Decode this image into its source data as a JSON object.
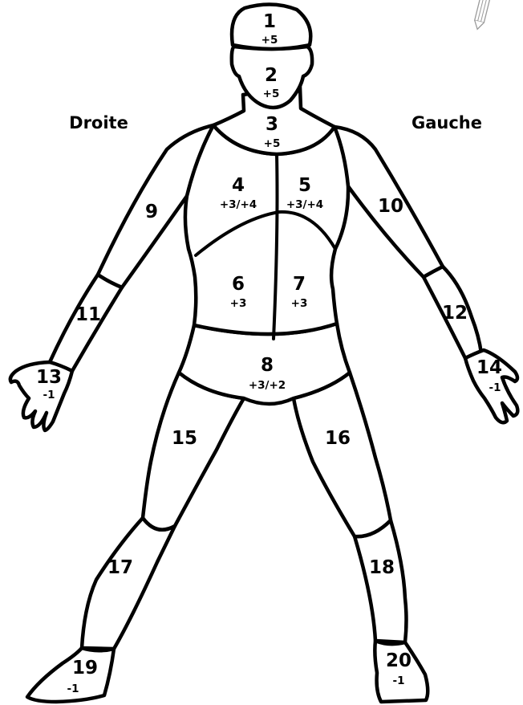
{
  "labels": {
    "right": "Droite",
    "left": "Gauche"
  },
  "zones": [
    {
      "id": "1",
      "num": "1",
      "mod": "+5"
    },
    {
      "id": "2",
      "num": "2",
      "mod": "+5"
    },
    {
      "id": "3",
      "num": "3",
      "mod": "+5"
    },
    {
      "id": "4",
      "num": "4",
      "mod": "+3/+4"
    },
    {
      "id": "5",
      "num": "5",
      "mod": "+3/+4"
    },
    {
      "id": "6",
      "num": "6",
      "mod": "+3"
    },
    {
      "id": "7",
      "num": "7",
      "mod": "+3"
    },
    {
      "id": "8",
      "num": "8",
      "mod": "+3/+2"
    },
    {
      "id": "9",
      "num": "9",
      "mod": ""
    },
    {
      "id": "10",
      "num": "10",
      "mod": ""
    },
    {
      "id": "11",
      "num": "11",
      "mod": ""
    },
    {
      "id": "12",
      "num": "12",
      "mod": ""
    },
    {
      "id": "13",
      "num": "13",
      "mod": "-1"
    },
    {
      "id": "14",
      "num": "14",
      "mod": "-1"
    },
    {
      "id": "15",
      "num": "15",
      "mod": ""
    },
    {
      "id": "16",
      "num": "16",
      "mod": ""
    },
    {
      "id": "17",
      "num": "17",
      "mod": ""
    },
    {
      "id": "18",
      "num": "18",
      "mod": ""
    },
    {
      "id": "19",
      "num": "19",
      "mod": "-1"
    },
    {
      "id": "20",
      "num": "20",
      "mod": "-1"
    }
  ],
  "icons": {
    "corner": "pencil-icon"
  }
}
